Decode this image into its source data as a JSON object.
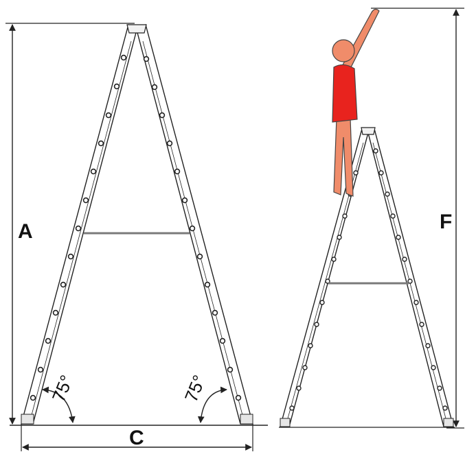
{
  "labels": {
    "height_a": "A",
    "base_c": "C",
    "reach_f": "F"
  },
  "angles": {
    "left": "75°",
    "right": "75°"
  },
  "colors": {
    "line": "#222222",
    "crossbar": "#7a7a7a",
    "shirt": "#e8231e",
    "skin": "#f08c6a",
    "skin_stroke": "#444444",
    "background": "#ffffff"
  }
}
